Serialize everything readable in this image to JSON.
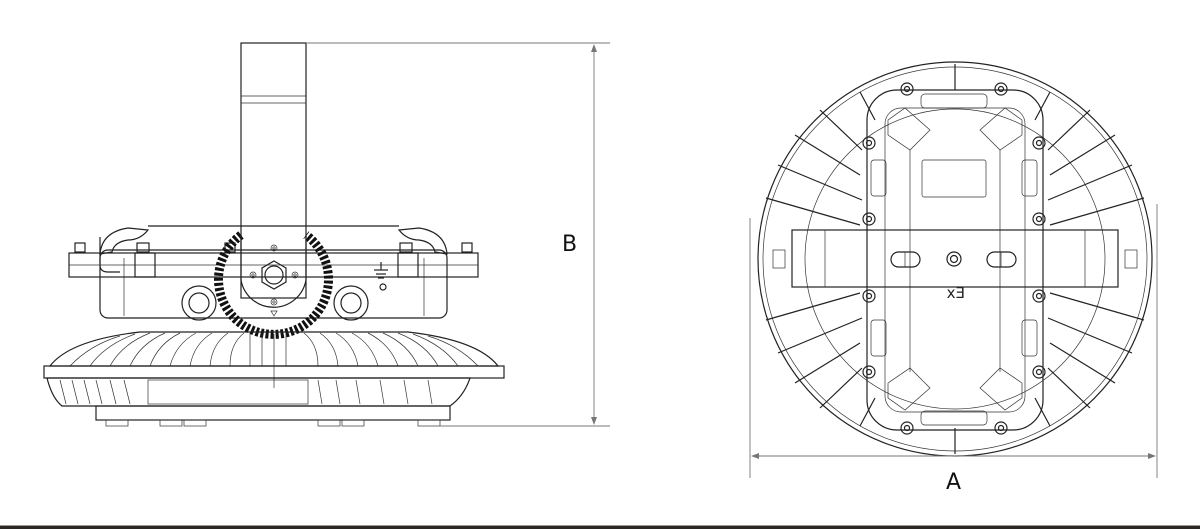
{
  "drawing": {
    "type": "technical-dimension-drawing",
    "views": [
      {
        "name": "side-view",
        "dimension_label": "B"
      },
      {
        "name": "bottom-view",
        "dimension_label": "A",
        "marking": "Ex"
      }
    ]
  },
  "labels": {
    "dim_b": "B",
    "dim_a": "A",
    "ex_mark": "Ex"
  },
  "colors": {
    "line": "#222222",
    "dimension": "#777777",
    "background": "#ffffff",
    "bottom_bar": "#2a2724"
  }
}
